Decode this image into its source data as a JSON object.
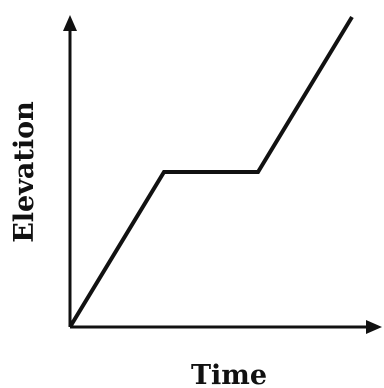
{
  "chart_data": {
    "type": "line",
    "title": "",
    "xlabel": "Time",
    "ylabel": "Elevation",
    "x": [
      0,
      1,
      2,
      3
    ],
    "series": [
      {
        "values": [
          0,
          1,
          1,
          2
        ]
      }
    ],
    "xlim": [
      0,
      3.3
    ],
    "ylim": [
      0,
      2.1
    ],
    "grid": false,
    "tick_labels_shown": false,
    "colors": {
      "line": "#111111",
      "axes": "#111111"
    }
  }
}
